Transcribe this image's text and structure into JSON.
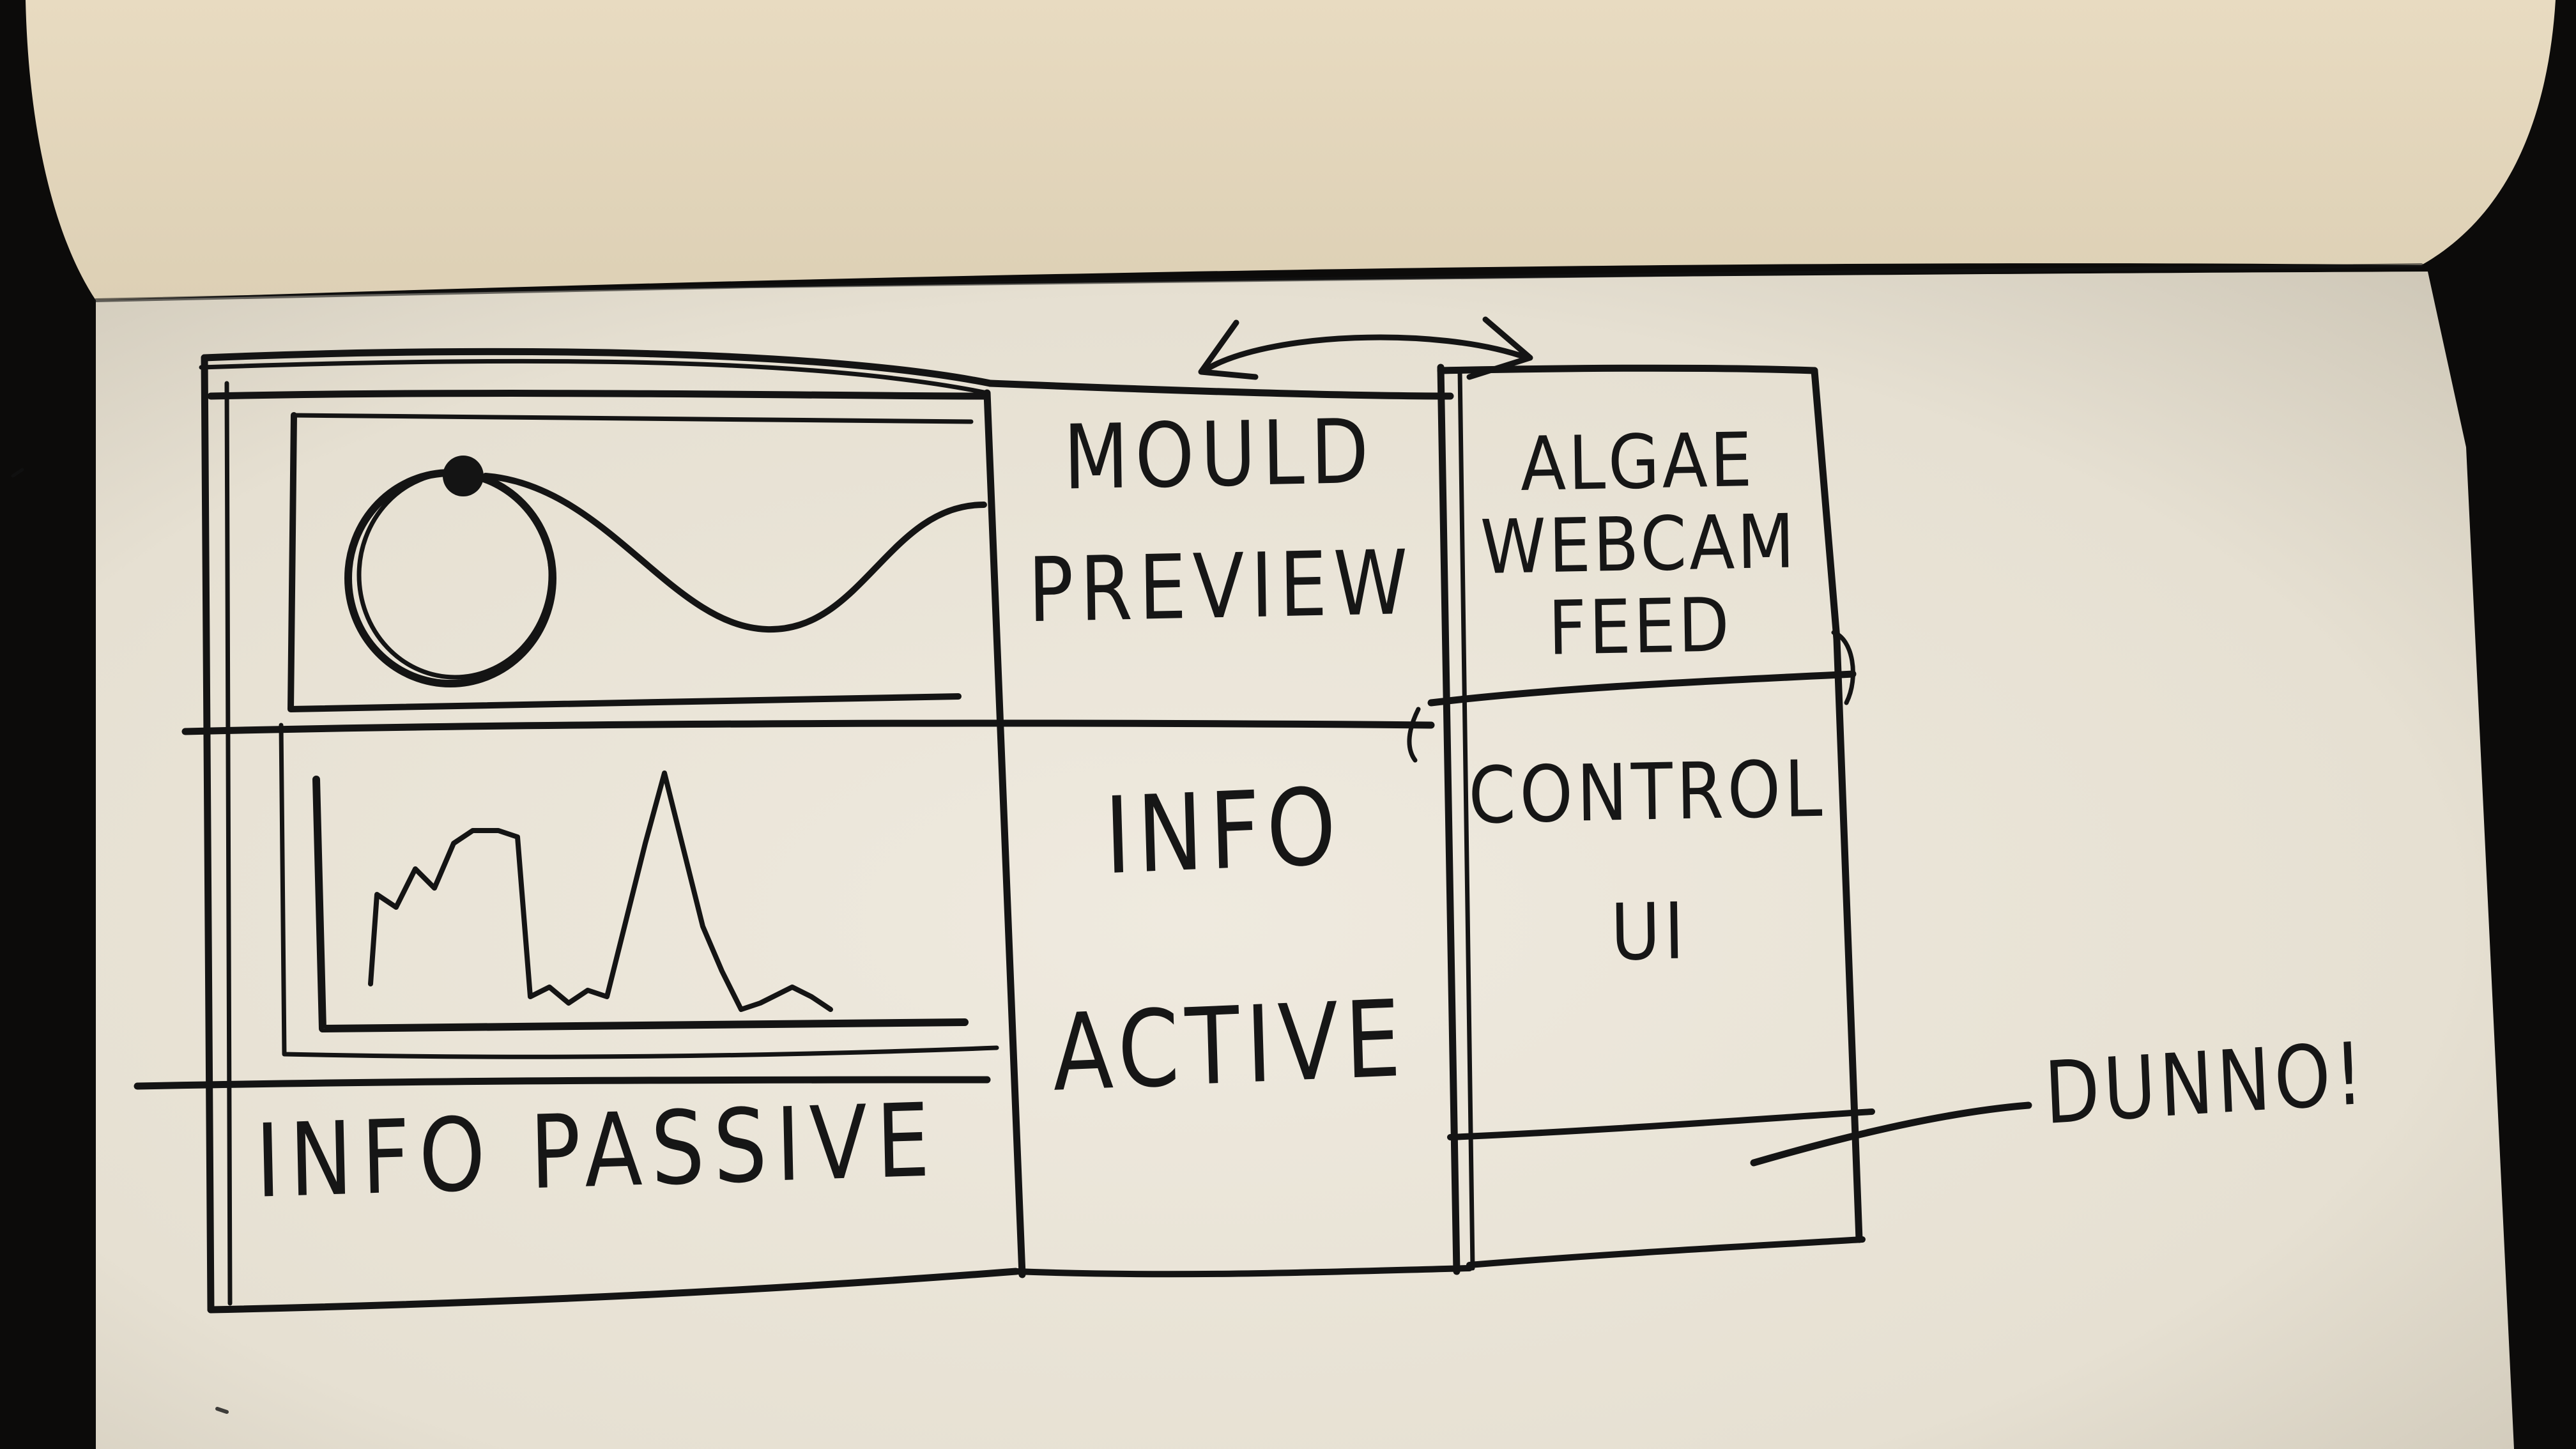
{
  "sketch": {
    "labels": {
      "mould_preview": "MOULD\nPREVIEW",
      "algae_webcam_feed": "ALGAE\nWEBCAM\nFEED",
      "info_active": "INFO\nACTIVE",
      "control_ui": "CONTROL\nUI",
      "info_passive": "INFO PASSIVE",
      "dunno": "DUNNO!"
    },
    "colors": {
      "paper": "#ece6d8",
      "paper_top_page": "#e9dcc3",
      "ink": "#141414",
      "background": "#0c0b0a"
    }
  }
}
